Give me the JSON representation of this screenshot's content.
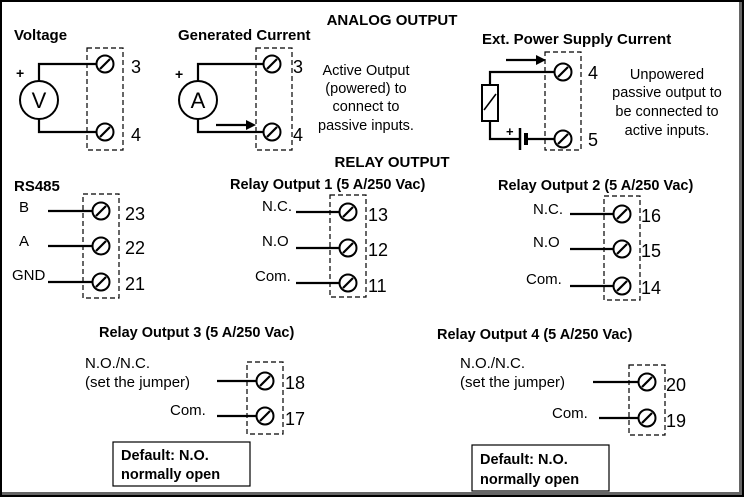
{
  "analog": {
    "title": "ANALOG OUTPUT",
    "voltage": {
      "title": "Voltage",
      "meter": "V",
      "plus": "+",
      "pins": [
        "3",
        "4"
      ]
    },
    "current": {
      "title": "Generated Current",
      "meter": "A",
      "plus": "+",
      "pins": [
        "3",
        "4"
      ],
      "note": [
        "Active Output",
        "(powered) to",
        "connect to",
        "passive inputs."
      ]
    },
    "ext": {
      "title": "Ext. Power Supply Current",
      "plus": "+",
      "pins": [
        "4",
        "5"
      ],
      "note": [
        "Unpowered",
        "passive output to",
        "be connected to",
        "active inputs."
      ]
    }
  },
  "relay": {
    "title": "RELAY OUTPUT",
    "rs485": {
      "title": "RS485",
      "labels": [
        "B",
        "A",
        "GND"
      ],
      "pins": [
        "23",
        "22",
        "21"
      ]
    },
    "r1": {
      "title": "Relay Output 1 (5 A/250 Vac)",
      "labels": [
        "N.C.",
        "N.O",
        "Com."
      ],
      "pins": [
        "13",
        "12",
        "11"
      ]
    },
    "r2": {
      "title": "Relay Output 2 (5 A/250 Vac)",
      "labels": [
        "N.C.",
        "N.O",
        "Com."
      ],
      "pins": [
        "16",
        "15",
        "14"
      ]
    },
    "r3": {
      "title": "Relay Output  3 (5 A/250 Vac)",
      "labels": [
        "N.O./N.C.",
        "(set the jumper)",
        "Com."
      ],
      "pins": [
        "18",
        "17"
      ],
      "default_line1": "Default: N.O.",
      "default_line2": "normally open"
    },
    "r4": {
      "title": "Relay Output  4 (5 A/250 Vac)",
      "labels": [
        "N.O./N.C.",
        "(set the jumper)",
        "Com."
      ],
      "pins": [
        "20",
        "19"
      ],
      "default_line1": "Default: N.O.",
      "default_line2": "normally open"
    }
  }
}
